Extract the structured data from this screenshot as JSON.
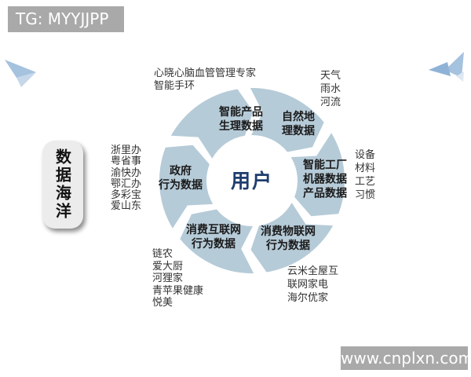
{
  "header": {
    "telegram_badge": "TG: MYYJJPP"
  },
  "footer": {
    "watermark": "www.cnplxn.com"
  },
  "side_badge": {
    "label": "数据海洋"
  },
  "colors": {
    "segment_fill": "#b6cbd8",
    "center_text": "#1f3d6e",
    "badge_bg": "#a9a9a9",
    "badge_text": "#ffffff",
    "label_text": "#1a1a1a",
    "annotation_text": "#333333",
    "plane_fill": "#a5c2de"
  },
  "chart_data": {
    "type": "cycle-diagram",
    "title": "数据海洋",
    "center_label": "用户",
    "flow": "clockwise",
    "segment_count": 6,
    "segments": [
      {
        "id": "natural-geo",
        "label": "自然地\n理数据",
        "annotation": "天气\n雨水\n河流"
      },
      {
        "id": "smart-factory",
        "label": "智能工厂\n机器数据\n产品数据",
        "annotation": "设备\n材料\n工艺\n习惯"
      },
      {
        "id": "consumer-iot",
        "label": "消费物联网\n行为数据",
        "annotation": "云米全屋互\n联网家电\n海尔优家"
      },
      {
        "id": "consumer-internet",
        "label": "消费互联网\n行为数据",
        "annotation": "链农\n爱大厨\n河狸家\n青苹果健康\n悦美"
      },
      {
        "id": "government",
        "label": "政府\n行为数据",
        "annotation": "浙里办\n粤省事\n渝快办\n鄂汇办\n多彩宝\n爱山东"
      },
      {
        "id": "smart-product",
        "label": "智能产品\n生理数据",
        "annotation": "心晓心脑血管管理专家\n智能手环"
      }
    ]
  }
}
